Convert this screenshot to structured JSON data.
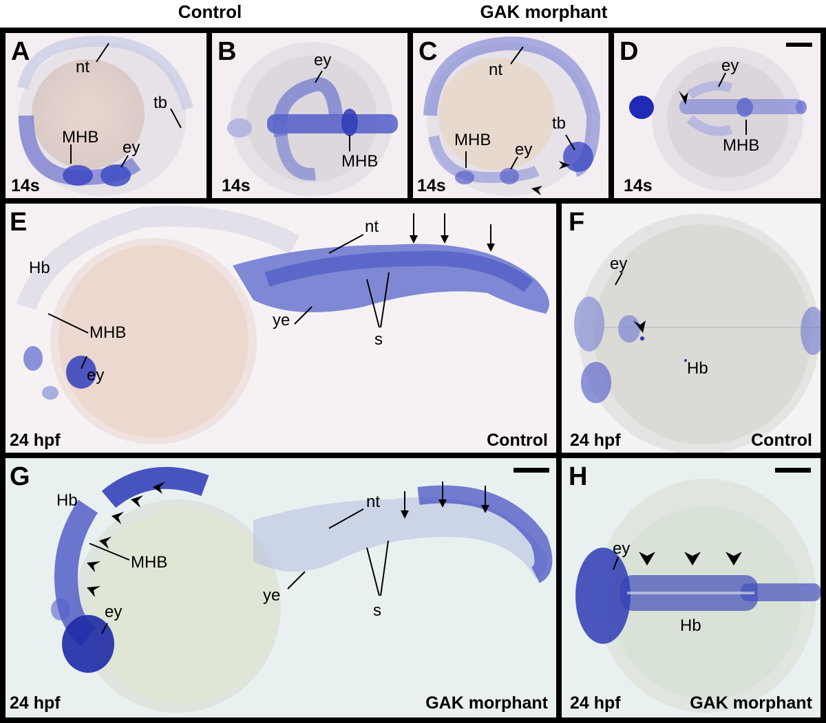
{
  "figure": {
    "column_titles": {
      "left": "Control",
      "right": "GAK morphant"
    },
    "panels": {
      "A": {
        "letter": "A",
        "stage": "14s",
        "labels": {
          "nt": "nt",
          "tb": "tb",
          "mhb": "MHB",
          "ey": "ey"
        }
      },
      "B": {
        "letter": "B",
        "stage": "14s",
        "labels": {
          "ey": "ey",
          "mhb": "MHB"
        }
      },
      "C": {
        "letter": "C",
        "stage": "14s",
        "labels": {
          "nt": "nt",
          "tb": "tb",
          "mhb": "MHB",
          "ey": "ey"
        }
      },
      "D": {
        "letter": "D",
        "stage": "14s",
        "labels": {
          "ey": "ey",
          "mhb": "MHB"
        }
      },
      "E": {
        "letter": "E",
        "stage": "24 hpf",
        "condition": "Control",
        "labels": {
          "hb": "Hb",
          "mhb": "MHB",
          "ey": "ey",
          "nt": "nt",
          "ye": "ye",
          "s": "s"
        }
      },
      "F": {
        "letter": "F",
        "stage": "24 hpf",
        "condition": "Control",
        "labels": {
          "ey": "ey",
          "hb": "Hb"
        }
      },
      "G": {
        "letter": "G",
        "stage": "24 hpf",
        "condition": "GAK morphant",
        "labels": {
          "hb": "Hb",
          "mhb": "MHB",
          "ey": "ey",
          "nt": "nt",
          "ye": "ye",
          "s": "s"
        }
      },
      "H": {
        "letter": "H",
        "stage": "24 hpf",
        "condition": "GAK morphant",
        "labels": {
          "ey": "ey",
          "hb": "Hb"
        }
      }
    },
    "colors": {
      "stain": "#3d4fc7",
      "stain_dark": "#1f2a9e",
      "yolk": "#e8d6cc",
      "background_e_f": "#f6f2f4",
      "background_g_h": "#e9f0f0"
    }
  }
}
